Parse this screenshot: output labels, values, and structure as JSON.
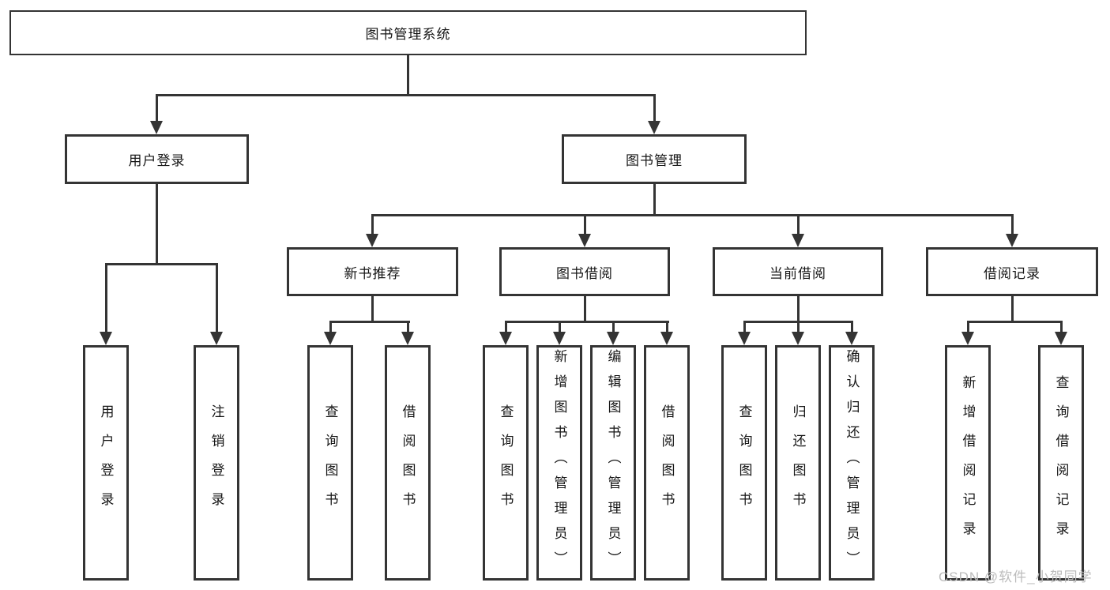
{
  "diagram": {
    "title": "图书管理系统",
    "tree": {
      "label": "图书管理系统",
      "children": [
        {
          "label": "用户登录",
          "children": [
            {
              "label": "用户登录"
            },
            {
              "label": "注销登录"
            }
          ]
        },
        {
          "label": "图书管理",
          "children": [
            {
              "label": "新书推荐",
              "children": [
                {
                  "label": "查询图书"
                },
                {
                  "label": "借阅图书"
                }
              ]
            },
            {
              "label": "图书借阅",
              "children": [
                {
                  "label": "查询图书"
                },
                {
                  "label": "新增图书（管理员）"
                },
                {
                  "label": "编辑图书（管理员）"
                },
                {
                  "label": "借阅图书"
                }
              ]
            },
            {
              "label": "当前借阅",
              "children": [
                {
                  "label": "查询图书"
                },
                {
                  "label": "归还图书"
                },
                {
                  "label": "确认归还（管理员）"
                }
              ]
            },
            {
              "label": "借阅记录",
              "children": [
                {
                  "label": "新增借阅记录"
                },
                {
                  "label": "查询借阅记录"
                }
              ]
            }
          ]
        }
      ]
    },
    "watermark": "CSDN @软件_小贺同学",
    "colors": {
      "line": "#343434",
      "text": "#161616",
      "background": "#ffffff",
      "watermark": "#bcbcbc"
    }
  }
}
